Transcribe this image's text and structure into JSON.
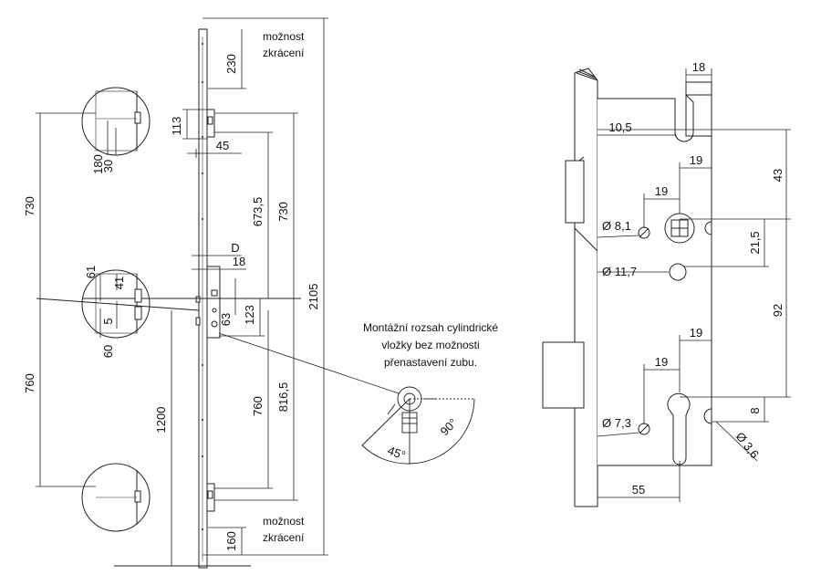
{
  "labels": {
    "shortening_top": [
      "možnost",
      "zkrácení"
    ],
    "shortening_bottom": [
      "možnost",
      "zkrácení"
    ],
    "mount_note": [
      "Montážní rozsah cylindrické",
      "vložky bez možnosti",
      "přenastavení zubu."
    ],
    "angle_45": "45°",
    "angle_90": "90°",
    "dim_D": "D"
  },
  "left_dims": {
    "d230": "230",
    "d113": "113",
    "d45": "45",
    "d673": "673,5",
    "d730a": "730",
    "d2105": "2105",
    "d18": "18",
    "d123": "123",
    "d63": "63",
    "d760a": "760",
    "d816": "816,5",
    "d1200": "1200",
    "d160": "160",
    "d730b": "730",
    "d180": "180",
    "d30": "30",
    "d61": "61",
    "d41": "41",
    "d5": "5",
    "d60": "60",
    "d760b": "760"
  },
  "right_dims": {
    "d18": "18",
    "d10_5": "10,5",
    "d43": "43",
    "d19a": "19",
    "d19b": "19",
    "dia8_1": "Ø 8,1",
    "d21_5": "21,5",
    "dia11_7": "Ø 11,7",
    "d92": "92",
    "d19c": "19",
    "d19d": "19",
    "dia7_3": "Ø 7,3",
    "d8": "8",
    "dia3_6": "Ø 3,6",
    "d55": "55"
  }
}
